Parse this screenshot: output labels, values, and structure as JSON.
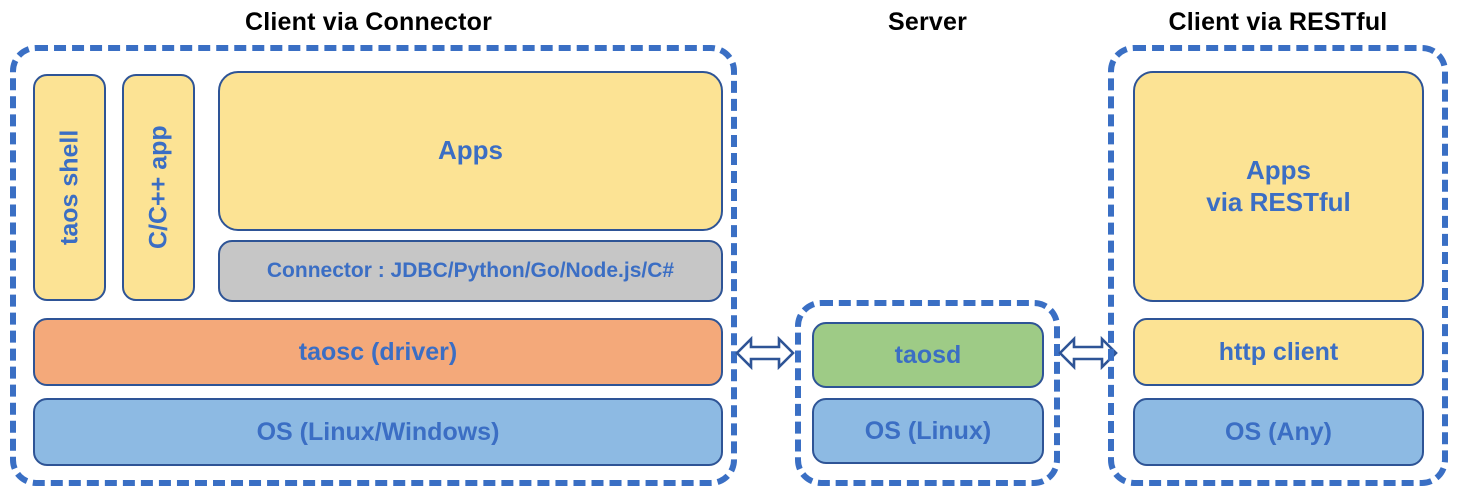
{
  "diagram": {
    "title_left": "Client via Connector",
    "title_middle": "Server",
    "title_right": "Client via RESTful",
    "colors": {
      "dashed_border": "#3A6FC4",
      "box_border": "#2E5496",
      "label_text": "#3B6EC4",
      "title_text": "#000000",
      "yellow": "#FCE394",
      "orange": "#F4A97A",
      "blue": "#8DBAE3",
      "green": "#9ECB86",
      "gray": "#C6C6C6",
      "background": "#FFFFFF"
    }
  },
  "client_connector": {
    "taos_shell": "taos shell",
    "c_app": "C/C++ app",
    "apps": "Apps",
    "connector": "Connector : JDBC/Python/Go/Node.js/C#",
    "taosc": "taosc (driver)",
    "os": "OS (Linux/Windows)"
  },
  "server": {
    "taosd": "taosd",
    "os": "OS (Linux)"
  },
  "client_restful": {
    "apps_line1": "Apps",
    "apps_line2": "via RESTful",
    "http_client": "http client",
    "os": "OS (Any)"
  },
  "connections": {
    "left_arrow": "double-headed-arrow",
    "right_arrow": "double-headed-arrow"
  }
}
